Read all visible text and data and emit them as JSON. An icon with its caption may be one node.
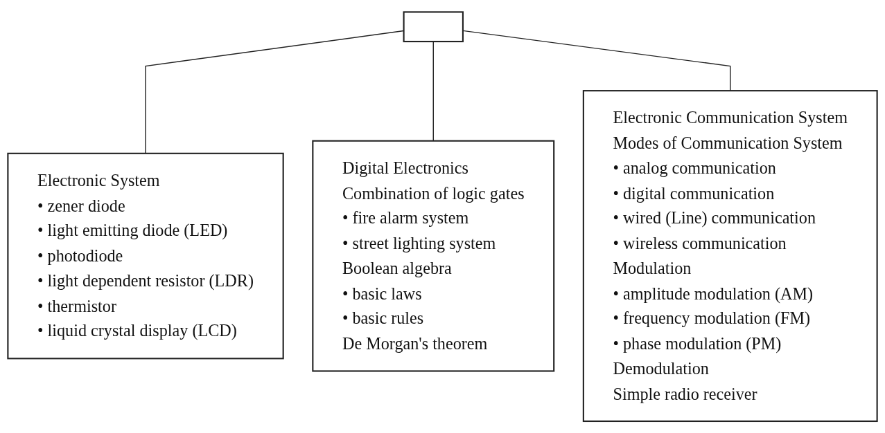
{
  "diagram": {
    "nodes": [
      {
        "text": [],
        "shape": "box"
      },
      {
        "text": [
          "Electronic System",
          "• zener diode",
          "• light emitting diode (LED)",
          "• photodiode",
          "• light dependent resistor (LDR)",
          "• thermistor",
          "• liquid crystal display (LCD)"
        ]
      },
      {
        "text": [
          "Digital Electronics",
          "Combination of logic gates",
          "• fire alarm system",
          "• street lighting system",
          "Boolean algebra",
          "• basic laws",
          "• basic rules",
          "De Morgan's theorem"
        ]
      },
      {
        "text": [
          "Electronic Communication System",
          "Modes of Communication System",
          "• analog communication",
          "• digital communication",
          "• wired (Line) communication",
          "• wireless communication",
          "Modulation",
          "• amplitude modulation (AM)",
          "• frequency modulation (FM)",
          "• phase modulation (PM)",
          "Demodulation",
          "Simple radio receiver"
        ]
      }
    ],
    "edges": [
      {
        "from": 0,
        "to": 1,
        "arrow": "none"
      },
      {
        "from": 0,
        "to": 2,
        "arrow": "none"
      },
      {
        "from": 0,
        "to": 3,
        "arrow": "none"
      }
    ]
  }
}
